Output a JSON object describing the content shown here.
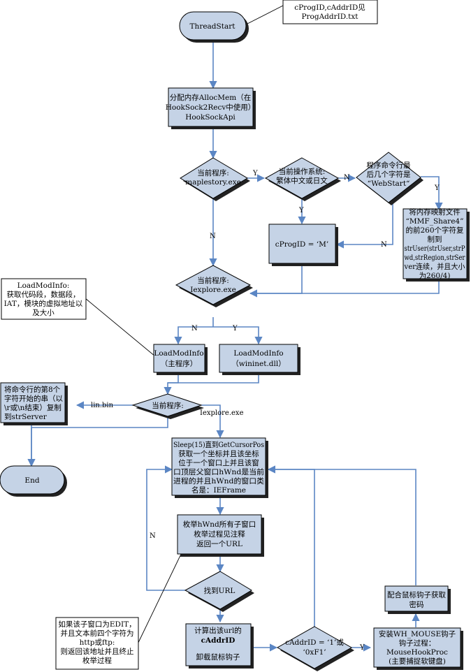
{
  "nodes": {
    "thread_start": "ThreadStart",
    "note_top": [
      "cProgID,cAddrID见",
      "ProgAddrID.txt"
    ],
    "alloc": [
      "分配内存AllocMem（在",
      "HookSock2Recv中使用）",
      "HookSockApi"
    ],
    "d_maple": [
      "当前程序:",
      "maplestory.exe"
    ],
    "d_os": [
      "当前操作系统:",
      "繁体中文或日文"
    ],
    "d_webstart": [
      "程序命令行最",
      "后几个字符是",
      "“WebStart“"
    ],
    "mmf": [
      "将内存映射文件",
      "“MMF_Share4”",
      "的前260个字符复",
      "制到",
      "strUser(strUser,strP",
      "wd,strRegion,strSer",
      "ver连续，并且大小",
      "为260/4)"
    ],
    "cprog": "cProgID = ‘M’",
    "d_iexplore": [
      "当前程序:",
      "Iexplore.exe"
    ],
    "note_loadmod": [
      "LoadModInfo:",
      "获取代码段，数据段，",
      "IAT，模块的虚拟地址以",
      "及大小"
    ],
    "load_main": [
      "LoadModInfo",
      "（主程序）"
    ],
    "load_wininet": [
      "LoadModInfo",
      "（wininet.dll）"
    ],
    "d_curprog": "当前程序:",
    "copy_server": [
      "将命令行的第8个",
      "字符开始的串（以",
      "\\r或\\n结束）复制",
      "到strServer"
    ],
    "end": "End",
    "sleep": [
      "Sleep(15)直到GetCursorPos",
      "获取一个坐标并且该坐标",
      "位于一个窗口上并且该窗",
      "口顶层父窗口hWnd是当前",
      "进程的并且hWnd的窗口类",
      "名是：IEFrame"
    ],
    "enum": [
      "枚举hWnd所有子窗口",
      "枚举过程见注释",
      "返回一个URL"
    ],
    "d_found": "找到URL",
    "calc_title": "计算出该url的",
    "calc_bold": "cAddrID",
    "calc_sub": "卸载鼠标钩子",
    "d_caddr": [
      "cAddrID = ‘1’或",
      "‘0xF1’"
    ],
    "install": [
      "安装WH_MOUSE钩子",
      "钩子过程：",
      "MouseHookProc",
      "(主要捕捉软键盘)"
    ],
    "cooperate": [
      "配合鼠标钩子获取",
      "密码"
    ],
    "note_edit": [
      "如果该子窗口为EDIT，",
      "并且文本前四个字符为",
      "http或ftp:",
      "则返回该地址并且终止",
      "枚举过程"
    ]
  },
  "edge_labels": {
    "y1": "Y",
    "n1": "N",
    "y2": "Y",
    "y3": "Y",
    "n3": "N",
    "n_maple": "N",
    "n_ie": "N",
    "y_ie": "Y",
    "lin": "lin.bin",
    "iexplore": "Iexplore.exe",
    "n_found": "N",
    "y_caddr": "Y"
  },
  "colors": {
    "box_fill": "#c5d3e6",
    "arrow": "#5b86c4",
    "border": "#000000",
    "shadow": "#222222"
  }
}
